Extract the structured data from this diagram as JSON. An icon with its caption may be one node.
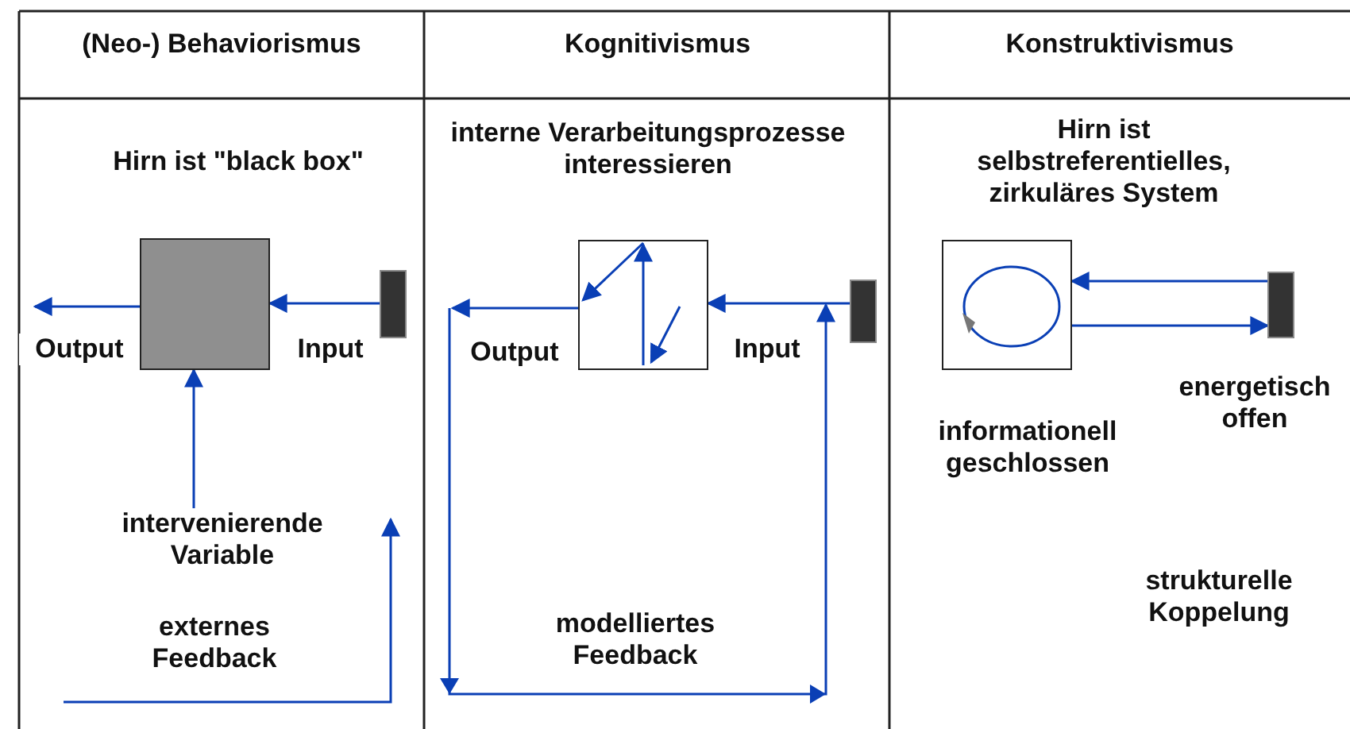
{
  "diagram": {
    "nodes": [
      {
        "text": [],
        "shape": "box",
        "beside": [
          "Hirn ist \"black box\""
        ]
      },
      {
        "text": [],
        "shape": "bar"
      },
      {
        "text": [
          "intervenierende Variable"
        ]
      },
      {
        "text": [],
        "shape": "box",
        "beside": [
          "interne Verarbeitungsprozesse interessieren"
        ]
      },
      {
        "text": [],
        "shape": "bar"
      },
      {
        "text": [],
        "shape": "box",
        "beside": [
          "Hirn ist selbstreferentielles, zirkuläres System",
          "informationell geschlossen"
        ]
      },
      {
        "text": [],
        "shape": "bar",
        "beside": [
          "energetisch offen"
        ]
      }
    ],
    "edges": [
      {
        "from": 1,
        "to": 0,
        "arrow": "to",
        "label": "Input"
      },
      {
        "from": 0,
        "to": null,
        "arrow": "to",
        "label": "Output"
      },
      {
        "from": 2,
        "to": 0,
        "arrow": "to"
      },
      {
        "from": 4,
        "to": 3,
        "arrow": "to",
        "label": "Input"
      },
      {
        "from": 3,
        "to": null,
        "arrow": "to",
        "label": "Output"
      },
      {
        "from": 6,
        "to": 5,
        "arrow": "to"
      },
      {
        "from": 5,
        "to": 6,
        "arrow": "to"
      }
    ],
    "labels": [
      "(Neo-) Behaviorismus",
      "Kognitivismus",
      "Konstruktivismus",
      "externes Feedback",
      "modelliertes Feedback",
      "strukturelle Koppelung"
    ]
  }
}
